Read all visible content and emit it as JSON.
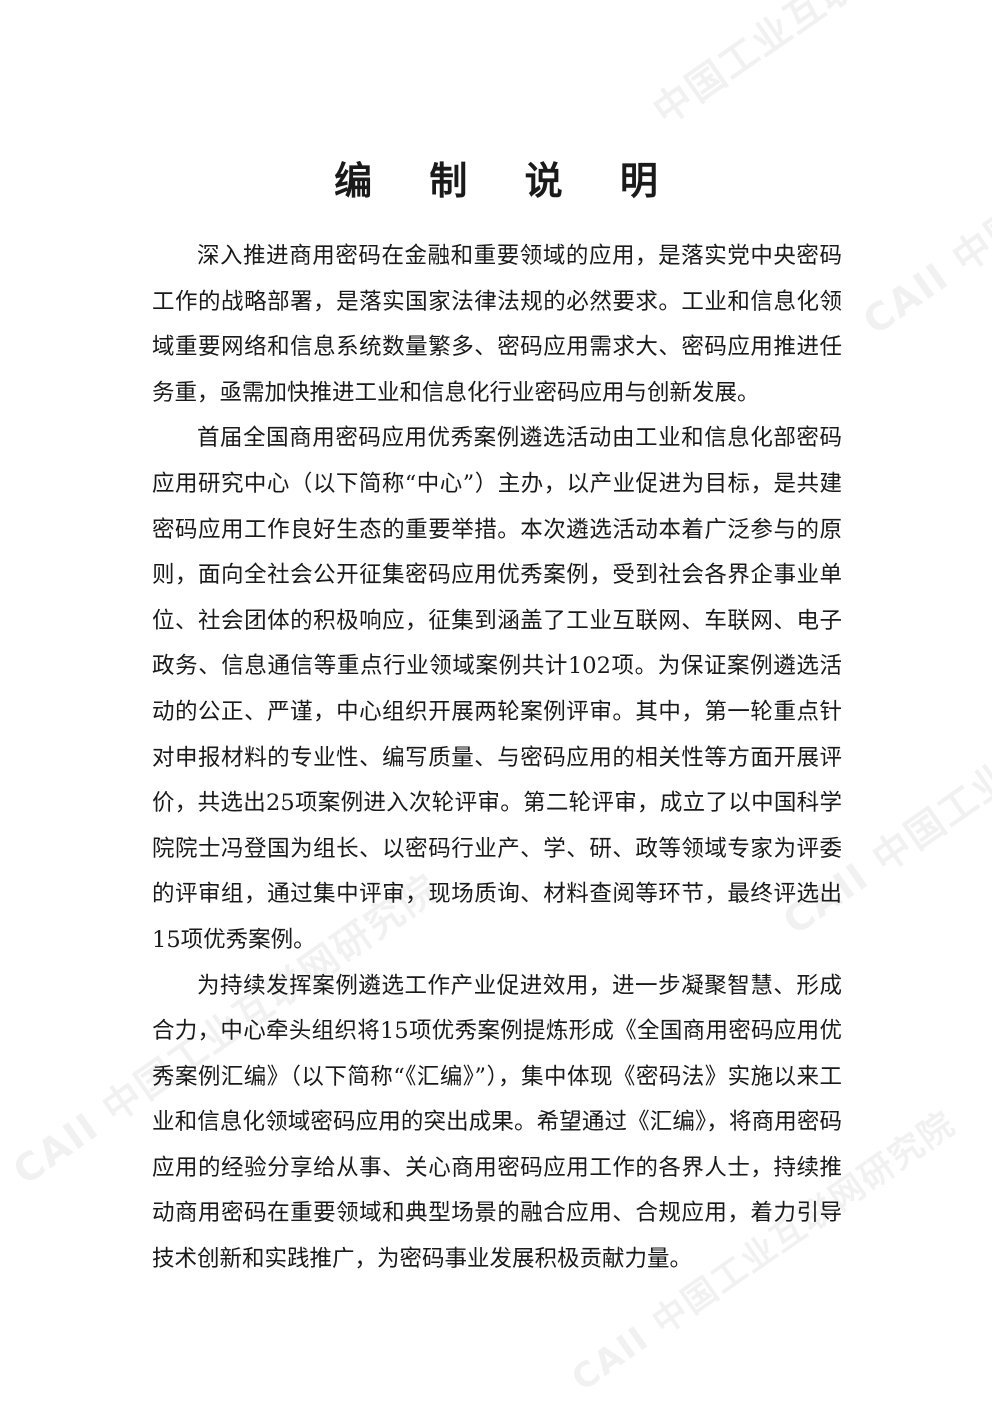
{
  "document": {
    "title": "编 制 说 明",
    "paragraphs": [
      "深入推进商用密码在金融和重要领域的应用，是落实党中央密码工作的战略部署，是落实国家法律法规的必然要求。工业和信息化领域重要网络和信息系统数量繁多、密码应用需求大、密码应用推进任务重，亟需加快推进工业和信息化行业密码应用与创新发展。",
      "首届全国商用密码应用优秀案例遴选活动由工业和信息化部密码应用研究中心（以下简称“中心”）主办，以产业促进为目标，是共建密码应用工作良好生态的重要举措。本次遴选活动本着广泛参与的原则，面向全社会公开征集密码应用优秀案例，受到社会各界企事业单位、社会团体的积极响应，征集到涵盖了工业互联网、车联网、电子政务、信息通信等重点行业领域案例共计102项。为保证案例遴选活动的公正、严谨，中心组织开展两轮案例评审。其中，第一轮重点针对申报材料的专业性、编写质量、与密码应用的相关性等方面开展评价，共选出25项案例进入次轮评审。第二轮评审，成立了以中国科学院院士冯登国为组长、以密码行业产、学、研、政等领域专家为评委的评审组，通过集中评审，现场质询、材料查阅等环节，最终评选出15项优秀案例。",
      "为持续发挥案例遴选工作产业促进效用，进一步凝聚智慧、形成合力，中心牵头组织将15项优秀案例提炼形成《全国商用密码应用优秀案例汇编》（以下简称“《汇编》”），集中体现《密码法》实施以来工业和信息化领域密码应用的突出成果。希望通过《汇编》，将商用密码应用的经验分享给从事、关心商用密码应用工作的各界人士，持续推动商用密码在重要领域和典型场景的融合应用、合规应用，着力引导技术创新和实践推广，为密码事业发展积极贡献力量。"
    ]
  },
  "watermark": {
    "text": "中国工业互联网研究院",
    "latin": "CAII"
  }
}
